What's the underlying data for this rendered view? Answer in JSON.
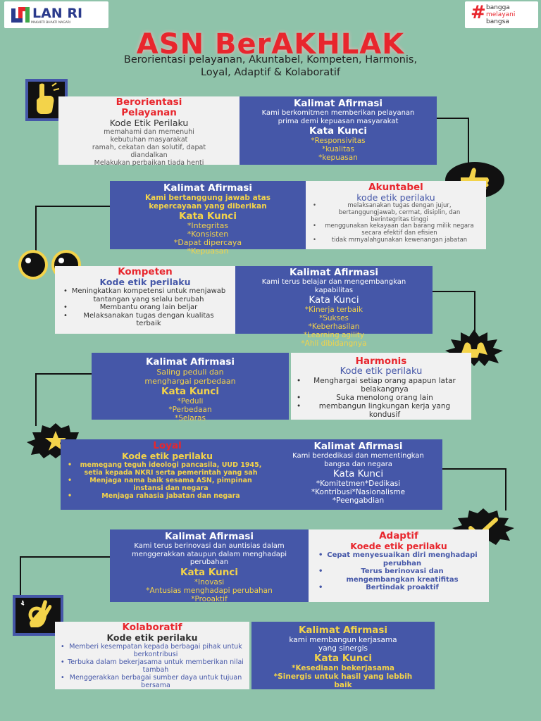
{
  "header": {
    "logo_left_text": "LAN RI",
    "logo_left_tagline": "MAKARTI BHAKTI NAGARI",
    "logo_right_lines": [
      "bangga",
      "melayani",
      "bangsa"
    ],
    "title": "ASN BerAKHLAK",
    "subtitle_line1": "Berorientasi pelayanan, Akuntabel, Kompeten, Harmonis,",
    "subtitle_line2": "Loyal, Adaptif & Kolaboratif"
  },
  "sections": {
    "pelayanan": {
      "title_line1": "Berorientasi",
      "title_line2": "Pelayanan",
      "kode_label": "Kode Etik Perilaku",
      "kode_items": [
        "memahami dan memenuhi kebutuhan masyarakat",
        "ramah, cekatan dan solutif, dapat diandalkan",
        "Melakukan perbaikan tiada henti"
      ],
      "afirmasi_label": "Kalimat Afirmasi",
      "afirmasi_text": "Kami berkomitmen memberikan pelayanan prima demi kepuasan masyarakat",
      "kunci_label": "Kata Kunci",
      "kunci_items": [
        "*Responsivitas",
        "*kualitas",
        "*kepuasan"
      ]
    },
    "akuntabel": {
      "title": "Akuntabel",
      "kode_label": "kode etik perilaku",
      "kode_items": [
        "melaksanakan tugas dengan jujur, bertanggungjawab, cermat, disiplin, dan berintegritas tinggi",
        "menggunakan kekayaan dan barang milik negara secara efektif dan efisien",
        "tidak mrnyalahgunakan kewenangan jabatan"
      ],
      "afirmasi_label": "Kalimat Afirmasi",
      "afirmasi_text": "Kami bertanggung jawab atas kepercayaan yang diberikan",
      "kunci_label": "Kata Kunci",
      "kunci_items": [
        "*Integritas",
        "*Konsisten",
        "*Dapat dipercaya",
        "*Kepuasan"
      ]
    },
    "kompeten": {
      "title": "Kompeten",
      "kode_label": "Kode etik perilaku",
      "kode_items": [
        "Meningkatkan kompetensi untuk menjawab tantangan yang selalu berubah",
        "Membantu orang lain beljar",
        "Melaksanakan tugas dengan kualitas terbaik"
      ],
      "afirmasi_label": "Kalimat Afirmasi",
      "afirmasi_text": "Kami terus belajar dan mengembangkan kapabilitas",
      "kunci_label": "Kata Kunci",
      "kunci_items": [
        "*Kinerja terbaik",
        "*Sukses",
        "*Keberhasilan",
        "*Learning agility",
        "*Ahli dibidangnya"
      ]
    },
    "harmonis": {
      "title": "Harmonis",
      "kode_label": "Kode etik perilaku",
      "kode_items": [
        "Menghargai setiap orang apapun latar belakangnya",
        "Suka menolong orang lain",
        "membangun lingkungan kerja yang kondusif"
      ],
      "afirmasi_label": "Kalimat Afirmasi",
      "afirmasi_text": "Saling peduli dan menghargai perbedaan",
      "kunci_label": "Kata Kunci",
      "kunci_items": [
        "*Peduli",
        "*Perbedaan",
        "*Selaras"
      ]
    },
    "loyal": {
      "title": "Loyal",
      "kode_label": "Kode etik perilaku",
      "kode_items": [
        "memegang teguh ideologi pancasila, UUD 1945, setia kepada NKRI serta pemerintah yang sah",
        "Menjaga nama baik sesama ASN, pimpinan instansi dan negara",
        "Menjaga rahasia jabatan dan negara"
      ],
      "afirmasi_label": "Kalimat Afirmasi",
      "afirmasi_text": "Kami berdedikasi dan mementingkan bangsa dan negara",
      "kunci_label": "Kata Kunci",
      "kunci_items": [
        "*Komitetmen*Dedikasi",
        "*Kontribusi*Nasionalisme",
        "*Peengabdian"
      ]
    },
    "adaptif": {
      "title": "Adaptif",
      "kode_label": "Koede etik perilaku",
      "kode_items": [
        "Cepat menyesuaikan diri menghadapi perubhan",
        "Terus berinovasi dan mengembangkan kreatifitas",
        "Bertindak proaktif"
      ],
      "afirmasi_label": "Kalimat Afirmasi",
      "afirmasi_text": "Kami terus berinovasi dan auntisias dalam menggerakkan ataupun dalam menghadapi perubahan",
      "kunci_label": "Kata Kunci",
      "kunci_items": [
        "*Inovasi",
        "*Antusias menghadapi perubahan",
        "*Prooaktif"
      ]
    },
    "kolaboratif": {
      "title": "Kolaboratif",
      "kode_label": "Kode etik perilaku",
      "kode_items": [
        "Memberi kesempatan kepada berbagai pihak untuk berkontribusi",
        "Terbuka dalam bekerjasama untuk memberikan nilai tambah",
        "Menggerakkan berbagai sumber daya untuk tujuan bersama"
      ],
      "afirmasi_label": "Kalimat Afirmasi",
      "afirmasi_text": "kami membangun kerjasama yang sinergis",
      "kunci_label": "Kata Kunci",
      "kunci_items": [
        "*Kesediaan bekerjasama",
        "*Sinergis untuk hasil yang lebbih baik"
      ]
    }
  },
  "icons": {
    "pelayanan": "pointing-hand-icon",
    "akuntabel": "thumbs-up-icon",
    "kompeten": "eyes-icon",
    "harmonis": "clasped-hands-icon",
    "loyal": "star-icon",
    "adaptif": "check-icon",
    "kolaboratif": "ok-hand-icon"
  },
  "colors": {
    "background": "#8fc3aa",
    "blue_panel": "#4557a8",
    "accent_red": "#e8262d",
    "accent_yellow": "#f3d34a"
  }
}
